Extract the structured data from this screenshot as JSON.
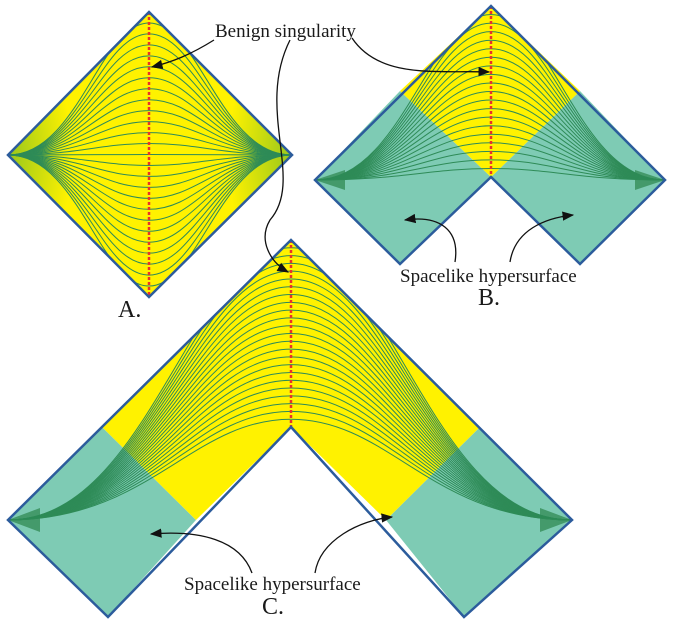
{
  "annotations": {
    "benign_singularity": "Benign singularity",
    "spacelike_hypersurface_b": "Spacelike hypersurface",
    "spacelike_hypersurface_c": "Spacelike hypersurface"
  },
  "panels": {
    "a": {
      "label": "A."
    },
    "b": {
      "label": "B."
    },
    "c": {
      "label": "C."
    }
  },
  "colors": {
    "yellow_region": "#FFF200",
    "teal_region": "#7ECBB4",
    "border": "#2C5C9C",
    "curve": "#2E8B57",
    "singularity": "#E8322B",
    "corner_dark": "#1E7A3A"
  }
}
